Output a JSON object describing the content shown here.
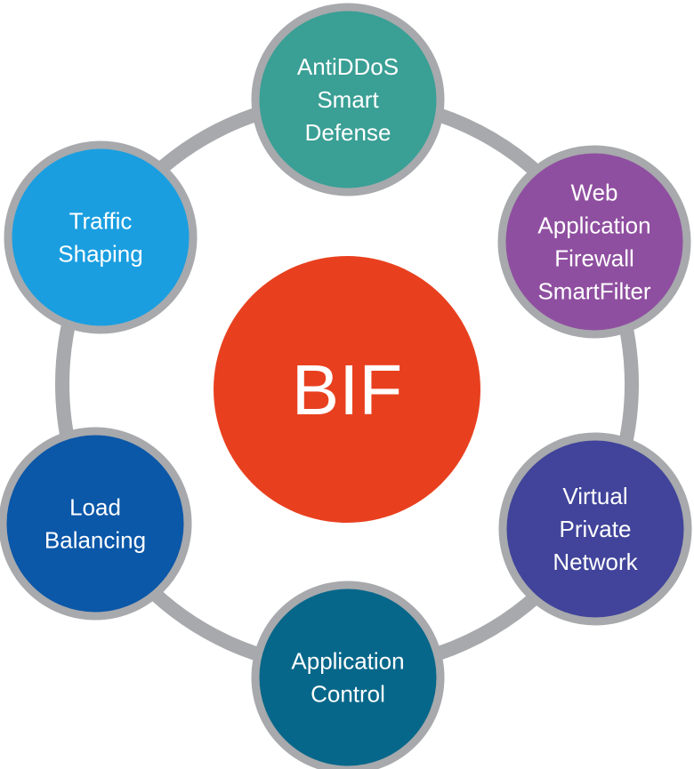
{
  "diagram": {
    "center": {
      "label": "BIF",
      "color": "#e8401f"
    },
    "ring_color": "#a7a9ac",
    "node_border_color": "#a7a9ac",
    "nodes": [
      {
        "id": "antiddos",
        "lines": [
          "AntiDDoS",
          "Smart",
          "Defense"
        ],
        "color": "#3a9f95"
      },
      {
        "id": "waf",
        "lines": [
          "Web",
          "Application",
          "Firewall",
          "SmartFilter"
        ],
        "color": "#8f4fa0"
      },
      {
        "id": "vpn",
        "lines": [
          "Virtual",
          "Private",
          "Network"
        ],
        "color": "#41449a"
      },
      {
        "id": "app-control",
        "lines": [
          "Application",
          "Control"
        ],
        "color": "#06678a"
      },
      {
        "id": "load-balancing",
        "lines": [
          "Load",
          "Balancing"
        ],
        "color": "#0b57a8"
      },
      {
        "id": "traffic-shaping",
        "lines": [
          "Traffic",
          "Shaping"
        ],
        "color": "#1a9ee0"
      }
    ]
  }
}
